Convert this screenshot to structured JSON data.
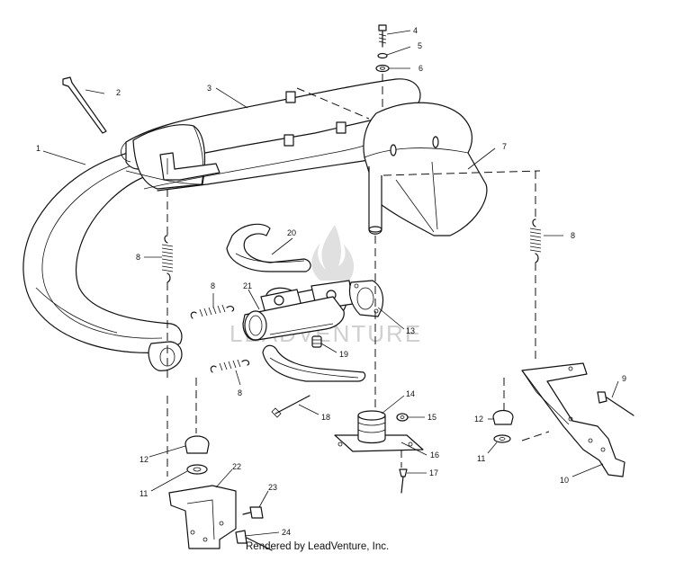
{
  "footer": "Rendered by LeadVenture, Inc.",
  "watermark": "LEADVENTURE",
  "callouts": [
    {
      "id": "c1",
      "label": "1"
    },
    {
      "id": "c2",
      "label": "2"
    },
    {
      "id": "c3",
      "label": "3"
    },
    {
      "id": "c4",
      "label": "4"
    },
    {
      "id": "c5",
      "label": "5"
    },
    {
      "id": "c6",
      "label": "6"
    },
    {
      "id": "c7",
      "label": "7"
    },
    {
      "id": "c8a",
      "label": "8"
    },
    {
      "id": "c8b",
      "label": "8"
    },
    {
      "id": "c8c",
      "label": "8"
    },
    {
      "id": "c8d",
      "label": "8"
    },
    {
      "id": "c9",
      "label": "9"
    },
    {
      "id": "c10",
      "label": "10"
    },
    {
      "id": "c11a",
      "label": "11"
    },
    {
      "id": "c11b",
      "label": "11"
    },
    {
      "id": "c12a",
      "label": "12"
    },
    {
      "id": "c12b",
      "label": "12"
    },
    {
      "id": "c13",
      "label": "13"
    },
    {
      "id": "c14",
      "label": "14"
    },
    {
      "id": "c15",
      "label": "15"
    },
    {
      "id": "c16",
      "label": "16"
    },
    {
      "id": "c17",
      "label": "17"
    },
    {
      "id": "c18",
      "label": "18"
    },
    {
      "id": "c19",
      "label": "19"
    },
    {
      "id": "c20",
      "label": "20"
    },
    {
      "id": "c21",
      "label": "21"
    },
    {
      "id": "c22",
      "label": "22"
    },
    {
      "id": "c23",
      "label": "23"
    },
    {
      "id": "c24",
      "label": "24"
    }
  ]
}
